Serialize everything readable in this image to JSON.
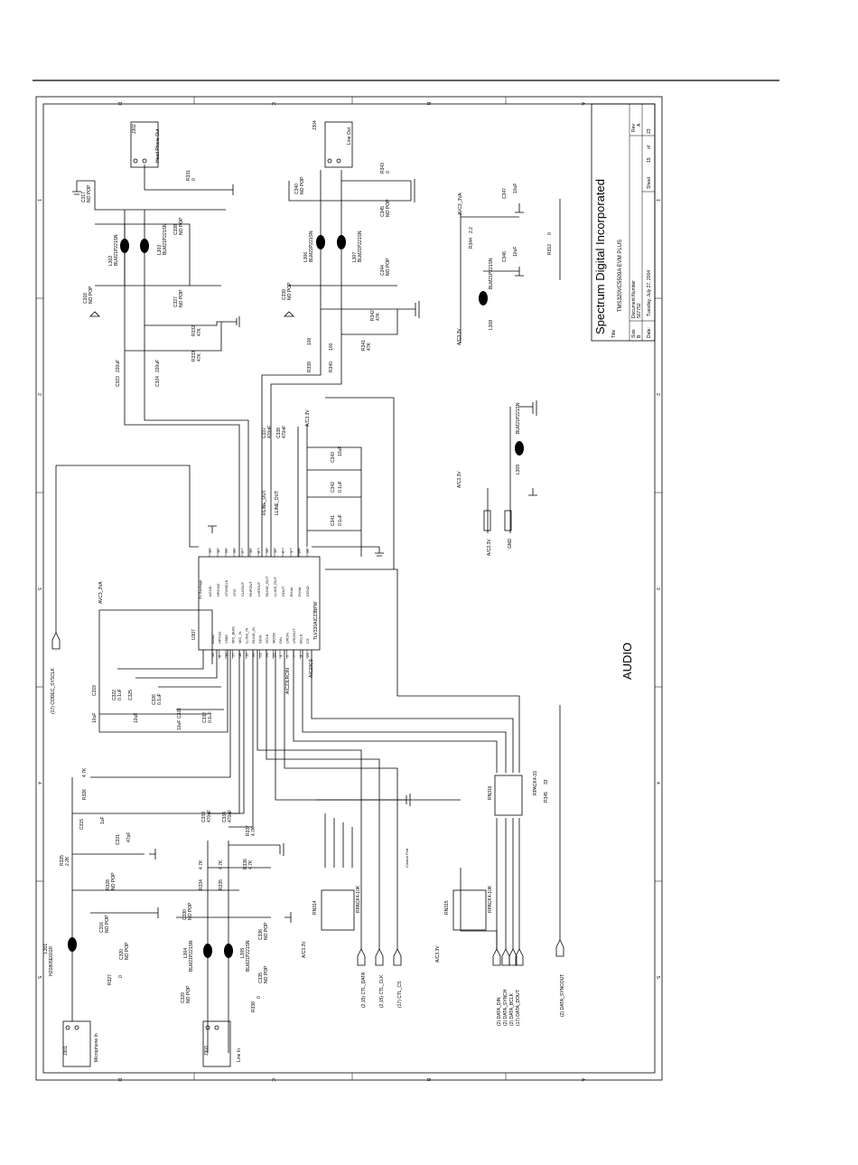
{
  "title_block": {
    "company": "Spectrum Digital Incorporated",
    "title_label": "Title",
    "title": "TMS320VC5509A EVM PLUS",
    "size_label": "Size",
    "size": "B",
    "doc_number_label": "Document Number",
    "doc_number": "507752",
    "rev_label": "Rev",
    "rev": "A",
    "date_label": "Date:",
    "date": "Tuesday, July 27, 2004",
    "sheet_label": "Sheet",
    "sheet": "19",
    "of_label": "of",
    "sheets_total": "23"
  },
  "page_label": "AUDIO",
  "border": {
    "top_zones": [
      "D",
      "C",
      "B",
      "A"
    ],
    "side_zones": [
      "1",
      "2",
      "3",
      "4",
      "5"
    ]
  },
  "codec": {
    "ref": "U307",
    "part": "TLV320AIC23BPW",
    "note": "3V Backage",
    "left_pins": [
      {
        "num": "14",
        "name": "AVdd"
      },
      {
        "num": "8",
        "name": "HPVdd"
      },
      {
        "num": "16",
        "name": "VMID"
      },
      {
        "num": "17",
        "name": "MIC_BIAS"
      },
      {
        "num": "18",
        "name": "MIC_IN"
      },
      {
        "num": "19",
        "name": "LLINE_IN"
      },
      {
        "num": "20",
        "name": "RLINE_IN"
      },
      {
        "num": "23",
        "name": "SDIN"
      },
      {
        "num": "24",
        "name": "SCLK"
      },
      {
        "num": "22",
        "name": "MODE"
      },
      {
        "num": "4",
        "name": "DIN"
      },
      {
        "num": "5",
        "name": "LRCIN"
      },
      {
        "num": "7",
        "name": "LRCOUT"
      },
      {
        "num": "3",
        "name": "BCLK"
      },
      {
        "num": "21",
        "name": "CS"
      }
    ],
    "right_pins": [
      {
        "num": "15",
        "name": "AGND"
      },
      {
        "num": "11",
        "name": "HPGND"
      },
      {
        "num": "25",
        "name": "XTI/MCLK"
      },
      {
        "num": "26",
        "name": "XTO"
      },
      {
        "num": "2",
        "name": "CLKOUT"
      },
      {
        "num": "10",
        "name": "RHPOUT"
      },
      {
        "num": "9",
        "name": "LHPOUT"
      },
      {
        "num": "13",
        "name": "RLINE_OUT"
      },
      {
        "num": "12",
        "name": "LLINE_OUT"
      },
      {
        "num": "6",
        "name": "DOUT"
      },
      {
        "num": "1",
        "name": "BVdd"
      },
      {
        "num": "27",
        "name": "DVdd"
      },
      {
        "num": "28",
        "name": "DGND"
      }
    ]
  },
  "jacks": {
    "j302": {
      "ref": "J302",
      "name": "Head Phone Out"
    },
    "j304": {
      "ref": "J304",
      "name": "Line Out"
    },
    "j301": {
      "ref": "J301",
      "name": "Microphone In"
    },
    "j303": {
      "ref": "J303",
      "name": "Line In"
    }
  },
  "components": {
    "c317": "C317",
    "c317v": "NO POP",
    "l302": "L302",
    "l302v": "BLM21P221SN",
    "l303": "L303",
    "l303v": "BLM21P221SN",
    "c328": "C328",
    "c328v": "NO POP",
    "r331": "R331",
    "r331v": "0",
    "c318": "C318",
    "c318v": "NO POP",
    "c327": "C327",
    "c327v": "NO POP",
    "r332": "R332",
    "r332v": "47K",
    "r333": "R333",
    "r333v": "47K",
    "c323": "C323",
    "c323v": "220uF",
    "c324": "C324",
    "c324v": "220uF",
    "c340": "C340",
    "c340v": "NO POP",
    "l306": "L306",
    "l306v": "BLM21P221SN",
    "l307": "L307",
    "l307v": "BLM21P221SN",
    "r343": "R343",
    "r343v": "0",
    "c345": "C345",
    "c345v": "NO POP",
    "c339": "C339",
    "c339v": "NO POP",
    "c344": "C344",
    "c344v": "NO POP",
    "r342": "R342",
    "r342v": "47K",
    "r341": "R341",
    "r341v": "47K",
    "r339": "R339",
    "r339v": "100",
    "r340": "R340",
    "r340v": "100",
    "c337": "C337",
    "c337v": "470nF",
    "c338": "C338",
    "c338v": "470nF",
    "c343": "C343",
    "c343v": "10uF",
    "c342": "C342",
    "c342v": "0.1uF",
    "c341": "C341",
    "c341v": "0.1uF",
    "avcc_3va": "AVC3_3VA",
    "c347": "C347",
    "c347v": "10uF",
    "c346": "C346",
    "c346v": "10uF",
    "r344": "R344",
    "r344v": "2.2",
    "l308": "L308",
    "l308v": "BLM21P221SN",
    "r312": "R312",
    "r312v": "0",
    "l309": "L309",
    "l309v": "BLM21P221SN",
    "avc33v": "A/C3.3V",
    "gnd": "GND",
    "codec_sysclk": "(17) CODEC_SYSCLK",
    "c319": "C319",
    "c319v": "10uF",
    "c322": "C322",
    "c322v": "0.1uF",
    "c325": "C325",
    "c325v": "10uF",
    "c326": "C326",
    "c326v": "0.1uF",
    "c331": "C331",
    "c331v": "10uF",
    "c332": "C332",
    "c332v": "0.1uF",
    "r326": "R326",
    "r326v": "4.7K",
    "c315": "C315",
    "c315v": "1uF",
    "c321": "C321",
    "c321v": "47pF",
    "r325": "R325",
    "r325v": "2.2K",
    "r328": "R328",
    "r328v": "NO POP",
    "c316": "C316",
    "c316v": "NO POP",
    "l301": "L301",
    "l301v": "HZ0805E601R",
    "c320": "C320",
    "c320v": "NO POP",
    "r327": "R327",
    "r327v": "0",
    "c333": "C333",
    "c333v": "470nF",
    "c334": "C334",
    "c334v": "470nF",
    "r337": "R337",
    "r337v": "4.7K",
    "r336": "R336",
    "r336v": "4.7K",
    "r334": "R334",
    "r334v": "4.7K",
    "r335": "R335",
    "r335v": "4.7K",
    "c330": "C330",
    "c330v": "NO POP",
    "c329": "C329",
    "c329v": "NO POP",
    "l304": "L304",
    "l304v": "BLM21P221SN",
    "l305": "L305",
    "l305v": "BLM21P221SN",
    "c335": "C335",
    "c335v": "NO POP",
    "c336": "C336",
    "c336v": "NO POP",
    "r338": "R338",
    "r338v": "0",
    "rn316": "RN316",
    "rn316v": "RPACK4-33",
    "r345": "R345",
    "r345v": "33",
    "rn314": "RN314",
    "rn314v": "RPACK4-10K",
    "rn315": "RN315",
    "rn315v": "RPACK4-10K",
    "control_port": "Control Port"
  },
  "nets": {
    "rline_out": "RLINE_OUT",
    "lline_out": "LLINE_OUT",
    "aic23_lrcin": "AIC23LRCIN",
    "aic23_cs": "AIC23CS",
    "ctl_data": "(2,15) CTL_DATA",
    "ctl_clk": "(2,15) CTL_CLK",
    "ctl_cs": "(17) CTL_CS",
    "data_din": "(2) DATA_DIN",
    "data_synch": "(2) DATA_SYNCH",
    "data_bclk": "(2) DATA_BCLK",
    "data_dout": "(17) DATA_DOUT",
    "data_syncout": "(2) DATA_SYNCOUT"
  }
}
